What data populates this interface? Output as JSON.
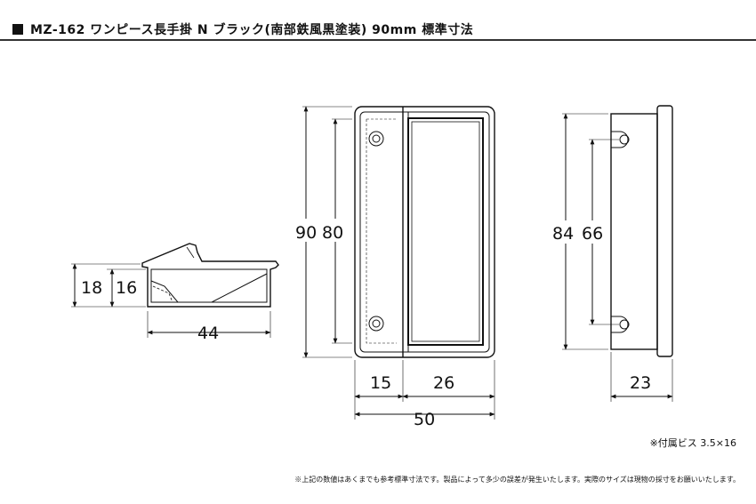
{
  "title": "MZ-162 ワンピース長手掛 N ブラック(南部鉄風黒塗装) 90mm 標準寸法",
  "dimensions": {
    "side_total_height": "18",
    "side_body_height": "16",
    "side_length": "44",
    "front_outer_height": "90",
    "front_inner_height": "80",
    "front_left_width": "15",
    "front_right_width": "26",
    "front_total_width": "50",
    "rear_height": "84",
    "rear_hole_pitch": "66",
    "rear_depth": "23"
  },
  "notes": {
    "screw": "※付属ビス 3.5×16",
    "disclaimer": "※上記の数値はあくまでも参考標準寸法です。製品によって多少の誤差が発生いたします。実際のサイズは現物の採寸をお願いいたします。"
  }
}
